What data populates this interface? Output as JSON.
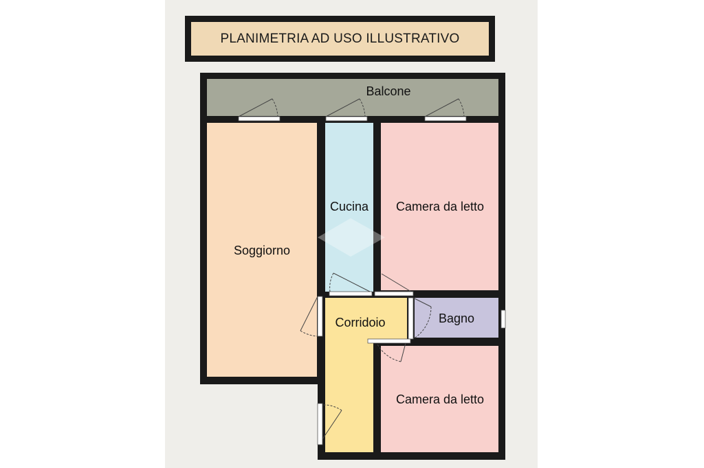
{
  "title": "PLANIMETRIA AD USO ILLUSTRATIVO",
  "rooms": {
    "balcone": "Balcone",
    "soggiorno": "Soggiorno",
    "cucina": "Cucina",
    "camera1": "Camera da letto",
    "corridoio": "Corridoio",
    "bagno": "Bagno",
    "camera2": "Camera da letto"
  },
  "colors": {
    "walls": "#1a1a1a",
    "balcone": "#a5a899",
    "soggiorno": "#fadcbd",
    "cucina": "#cde9ef",
    "camera": "#f9d1cd",
    "corridoio": "#fce49b",
    "bagno": "#c8c4dd",
    "title_bg": "#f0d9b5",
    "background": "#efeeea"
  }
}
